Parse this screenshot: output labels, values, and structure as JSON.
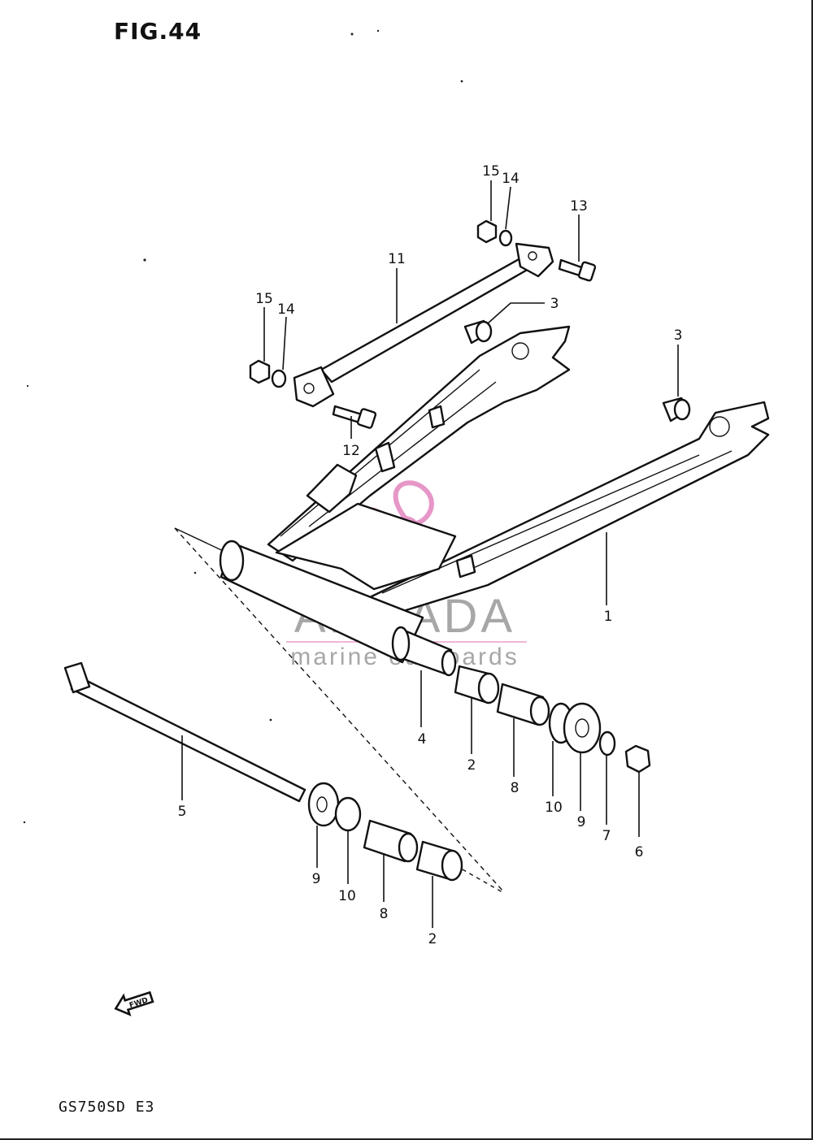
{
  "figure": {
    "title": "FIG.44",
    "model": "GS750SD  E3"
  },
  "watermark": {
    "brand": "ARMADA",
    "tagline": "marine outboards",
    "brand_color": "#9e9e9e",
    "logo_color": "#e48cc3"
  },
  "direction_marker": {
    "text": "FWD",
    "icon": "fwd-arrow-icon"
  },
  "callouts": [
    {
      "id": "c15a",
      "text": "15"
    },
    {
      "id": "c14a",
      "text": "14"
    },
    {
      "id": "c13",
      "text": "13"
    },
    {
      "id": "c11",
      "text": "11"
    },
    {
      "id": "c3a",
      "text": "3"
    },
    {
      "id": "c15b",
      "text": "15"
    },
    {
      "id": "c14b",
      "text": "14"
    },
    {
      "id": "c3b",
      "text": "3"
    },
    {
      "id": "c12",
      "text": "12"
    },
    {
      "id": "c1",
      "text": "1"
    },
    {
      "id": "c4",
      "text": "4"
    },
    {
      "id": "c2a",
      "text": "2"
    },
    {
      "id": "c8a",
      "text": "8"
    },
    {
      "id": "c10a",
      "text": "10"
    },
    {
      "id": "c9a",
      "text": "9"
    },
    {
      "id": "c7",
      "text": "7"
    },
    {
      "id": "c6",
      "text": "6"
    },
    {
      "id": "c5",
      "text": "5"
    },
    {
      "id": "c9b",
      "text": "9"
    },
    {
      "id": "c10b",
      "text": "10"
    },
    {
      "id": "c8b",
      "text": "8"
    },
    {
      "id": "c2b",
      "text": "2"
    }
  ]
}
